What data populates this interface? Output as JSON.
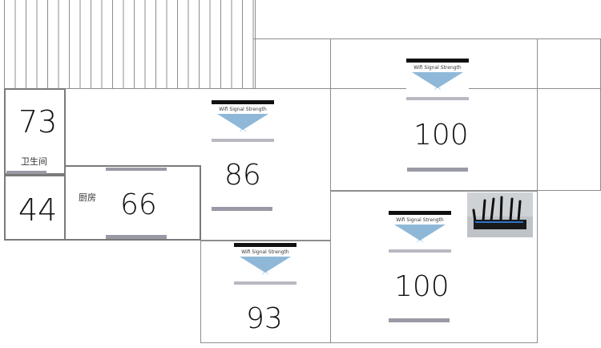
{
  "rooms": {
    "bathroom": {
      "signal": "73",
      "label": "卫生间"
    },
    "small_room": {
      "signal": "44"
    },
    "kitchen": {
      "signal": "66",
      "label": "厨房"
    },
    "hallway": {
      "signal": "86"
    },
    "bedroom_top": {
      "signal": "100"
    },
    "bedroom_bottom": {
      "signal": "100"
    },
    "lower_room": {
      "signal": "93"
    }
  },
  "wifi_card": {
    "title": "Wifi Signal Strength"
  },
  "colors": {
    "wall": "#8d8d8d",
    "signal_bar": "#9a9aa6",
    "wifi_fan": "#8fb8d8"
  },
  "icons": [
    "wifi-icon",
    "router-photo"
  ]
}
